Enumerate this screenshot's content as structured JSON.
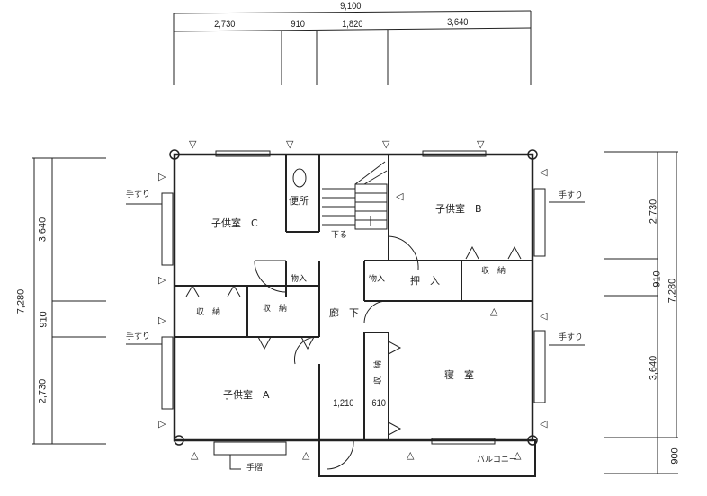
{
  "dimensions": {
    "top_total": "9,100",
    "top_segments": [
      "2,730",
      "910",
      "1,820",
      "3,640"
    ],
    "left_total": "7,280",
    "left_segments": [
      "3,640",
      "910",
      "2,730"
    ],
    "right_total": "7,280",
    "right_segments": [
      "2,730",
      "910",
      "3,640",
      "900"
    ],
    "inner_hall": "1,210",
    "inner_closet": "610"
  },
  "rooms": {
    "child_c": "子供室　C",
    "child_b": "子供室　B",
    "child_a": "子供室　A",
    "bedroom": "寝　室",
    "toilet": "便所",
    "stairs_down": "下る",
    "storage_left": "物入",
    "storage_right": "物入",
    "oshiire": "押　入",
    "corridor": "廊　下",
    "balcony": "バルコニー",
    "closet_1": "収　納",
    "closet_2": "収　納",
    "closet_3": "収　納",
    "closet_4": "収　納"
  },
  "annotations": {
    "handrail_left_top": "手すり",
    "handrail_left_bottom": "手すり",
    "handrail_right_top": "手すり",
    "handrail_right_bottom": "手すり",
    "handrail_bottom": "手摺"
  }
}
